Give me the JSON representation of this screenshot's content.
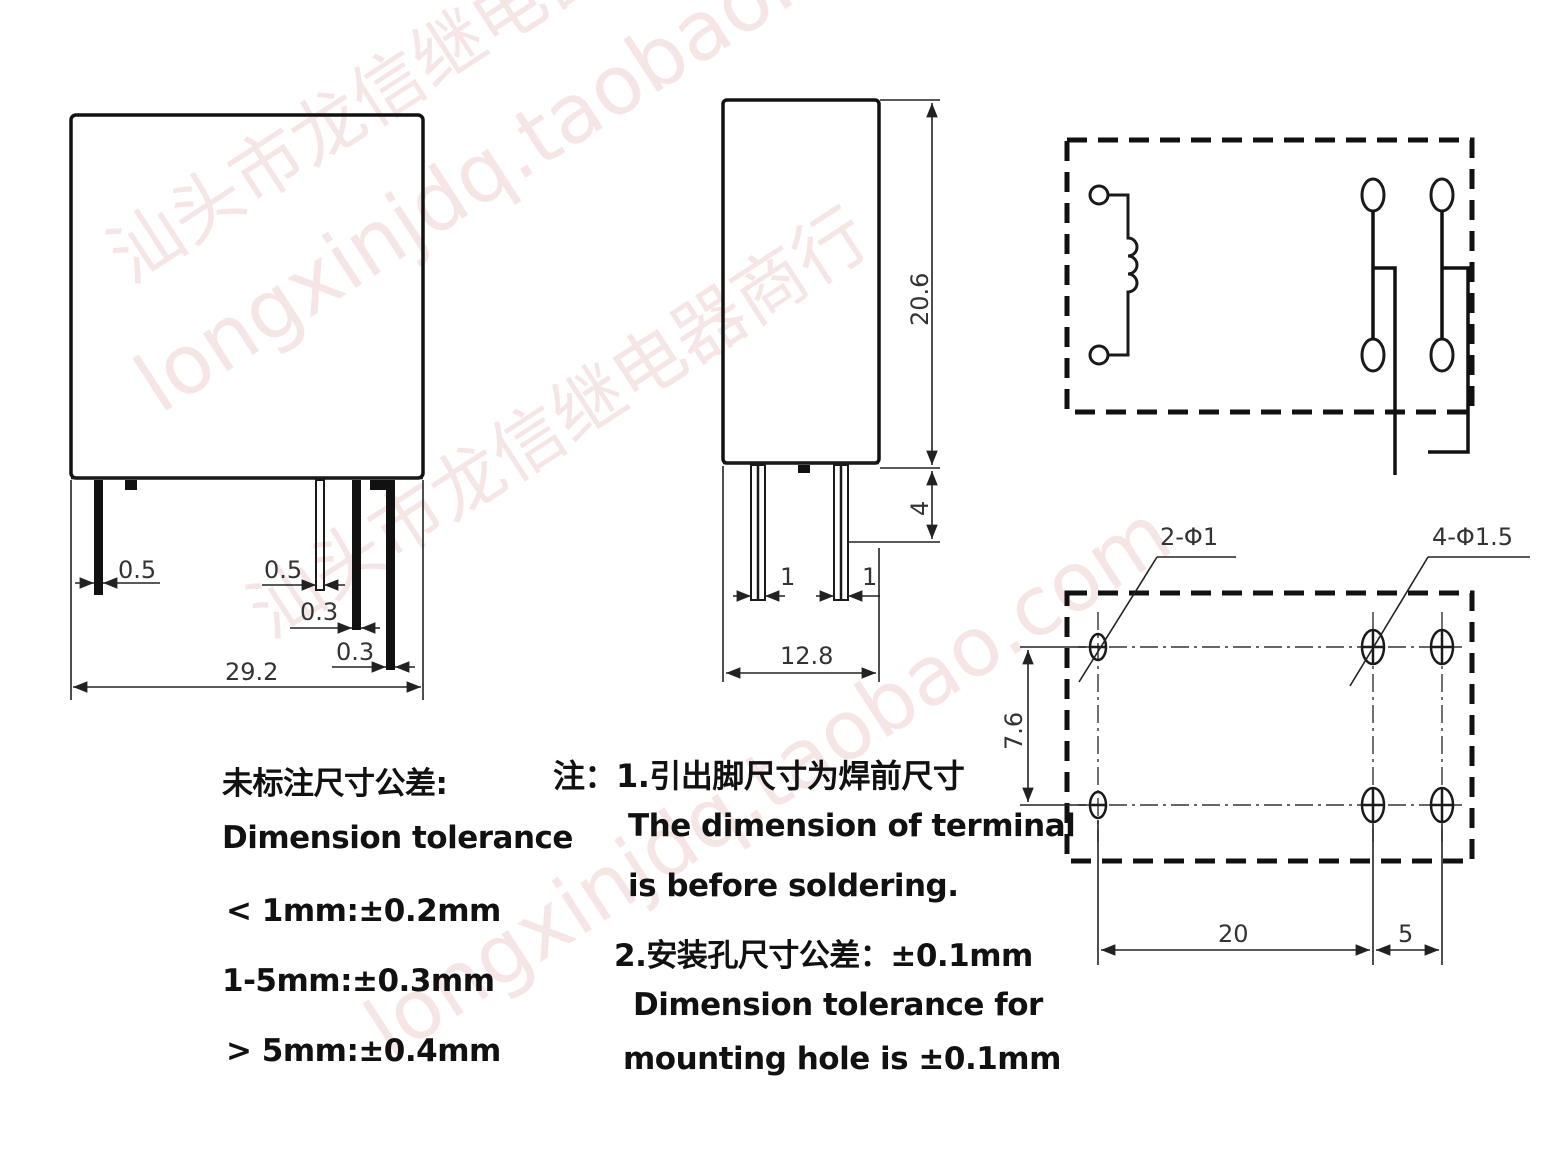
{
  "watermark": {
    "text_cn_1": "汕头市龙信继电器商行",
    "text_url_1": "longxinjdq.taobao.com",
    "text_cn_2": "汕头市龙信继电器商行",
    "text_url_2": "longxinjdq.taobao.com"
  },
  "front_view": {
    "pin_width_left": "0.5",
    "pin_width_right": "0.5",
    "pin_spacing_a": "0.3",
    "pin_spacing_b": "0.3",
    "overall_width": "29.2"
  },
  "side_view": {
    "height": "20.6",
    "pin_length": "4",
    "pin_width_a": "1",
    "pin_width_b": "1",
    "depth": "12.8"
  },
  "pcb_layout": {
    "small_holes": "2-Φ1",
    "large_holes": "4-Φ1.5",
    "row_spacing": "7.6",
    "coil_to_contact": "20",
    "contact_spacing": "5"
  },
  "notes": {
    "tolerance_title_cn": "未标注尺寸公差:",
    "tolerance_title_en": "Dimension tolerance",
    "tol_line_1": "< 1mm:±0.2mm",
    "tol_line_2": "1-5mm:±0.3mm",
    "tol_line_3": "> 5mm:±0.4mm",
    "note_1_cn": "注：1.引出脚尺寸为焊前尺寸",
    "note_1_en_a": "The dimension of terminal",
    "note_1_en_b": "is before soldering.",
    "note_2_cn": "2.安装孔尺寸公差：±0.1mm",
    "note_2_en_a": "Dimension tolerance for",
    "note_2_en_b": "mounting hole is ±0.1mm"
  }
}
